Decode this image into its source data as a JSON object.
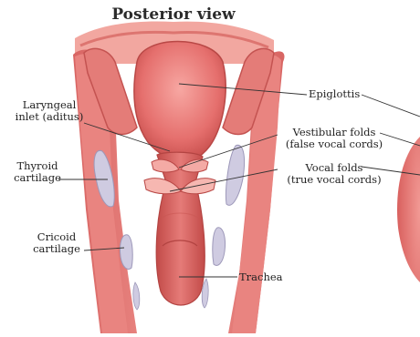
{
  "title": "Posterior view",
  "labels": {
    "laryngeal_inlet": {
      "line1": "Laryngeal",
      "line2": "inlet (aditus)"
    },
    "thyroid_cartilage": {
      "line1": "Thyroid",
      "line2": "cartilage"
    },
    "cricoid_cartilage": {
      "line1": "Cricoid",
      "line2": "cartilage"
    },
    "epiglottis": "Epiglottis",
    "vestibular_folds": {
      "line1": "Vestibular folds",
      "line2": "(false vocal cords)"
    },
    "vocal_folds": {
      "line1": "Vocal folds",
      "line2": "(true vocal cords)"
    },
    "trachea": "Trachea"
  },
  "colors": {
    "tissue": "#e77f7c",
    "tissue_dark": "#c9514f",
    "tissue_light": "#f3b3ad",
    "cartilage": "#c9c5dc",
    "leader_line": "#333333"
  }
}
